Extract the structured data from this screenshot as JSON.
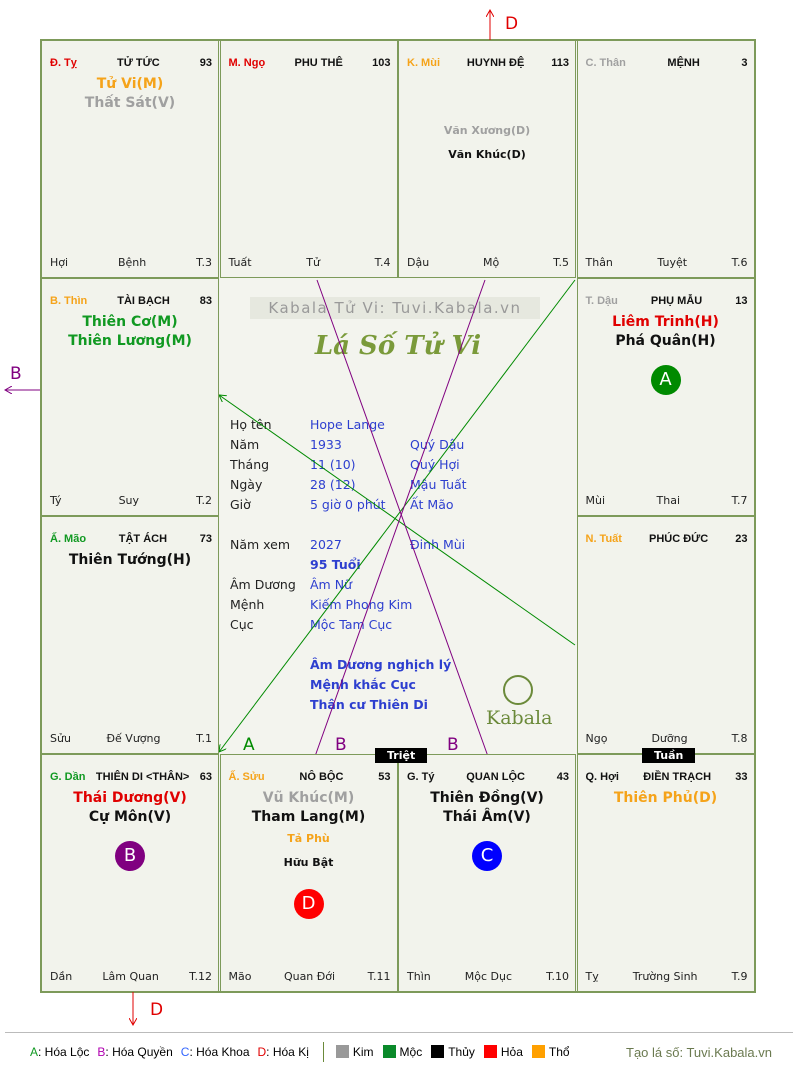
{
  "cells": [
    {
      "branch": "Đ. Tỵ",
      "branch_color": "#e00000",
      "palace": "TỬ TỨC",
      "num": "93",
      "stars": [
        {
          "t": "Tử Vi(M)",
          "c": "#f5a31a"
        },
        {
          "t": "Thất Sát(V)",
          "c": "#a0a0a0"
        }
      ],
      "minor": [],
      "badge": null,
      "footer": [
        "Hợi",
        "Bệnh",
        "T.3"
      ]
    },
    {
      "branch": "M. Ngọ",
      "branch_color": "#e00000",
      "palace": "PHU THÊ",
      "num": "103",
      "stars": [],
      "minor": [],
      "badge": null,
      "footer": [
        "Tuất",
        "Tử",
        "T.4"
      ]
    },
    {
      "branch": "K. Mùi",
      "branch_color": "#f5a31a",
      "palace": "HUYNH ĐỆ",
      "num": "113",
      "stars": [],
      "minor": [
        {
          "t": "Văn Xương(D)",
          "c": "#a0a0a0"
        },
        {
          "t": "Văn Khúc(D)",
          "c": "#111"
        }
      ],
      "badge": null,
      "footer": [
        "Dậu",
        "Mộ",
        "T.5"
      ]
    },
    {
      "branch": "C. Thân",
      "branch_color": "#a0a0a0",
      "palace": "MỆNH",
      "num": "3",
      "stars": [],
      "minor": [],
      "badge": null,
      "footer": [
        "Thân",
        "Tuyệt",
        "T.6"
      ]
    },
    {
      "branch": "B. Thìn",
      "branch_color": "#f5a31a",
      "palace": "TÀI BẠCH",
      "num": "83",
      "stars": [
        {
          "t": "Thiên Cơ(M)",
          "c": "#119922"
        },
        {
          "t": "Thiên Lương(M)",
          "c": "#119922"
        }
      ],
      "minor": [],
      "badge": null,
      "footer": [
        "Tý",
        "Suy",
        "T.2"
      ]
    },
    {
      "branch": "T. Dậu",
      "branch_color": "#a0a0a0",
      "palace": "PHỤ MẪU",
      "num": "13",
      "stars": [
        {
          "t": "Liêm Trinh(H)",
          "c": "#e00000"
        },
        {
          "t": "Phá Quân(H)",
          "c": "#111"
        }
      ],
      "minor": [],
      "badge": {
        "t": "A",
        "c": "#008a00"
      },
      "footer": [
        "Mùi",
        "Thai",
        "T.7"
      ]
    },
    {
      "branch": "Ấ. Mão",
      "branch_color": "#119922",
      "palace": "TẬT ÁCH",
      "num": "73",
      "stars": [
        {
          "t": "Thiên Tướng(H)",
          "c": "#111"
        }
      ],
      "minor": [],
      "badge": null,
      "footer": [
        "Sửu",
        "Đế Vượng",
        "T.1"
      ]
    },
    {
      "branch": "N. Tuất",
      "branch_color": "#f5a31a",
      "palace": "PHÚC ĐỨC",
      "num": "23",
      "stars": [],
      "minor": [],
      "badge": null,
      "footer": [
        "Ngọ",
        "Dưỡng",
        "T.8"
      ]
    },
    {
      "branch": "G. Dần",
      "branch_color": "#119922",
      "palace": "THIÊN DI <THÂN>",
      "num": "63",
      "stars": [
        {
          "t": "Thái Dương(V)",
          "c": "#e00000"
        },
        {
          "t": "Cự Môn(V)",
          "c": "#111"
        }
      ],
      "minor": [],
      "badge": {
        "t": "B",
        "c": "#800080"
      },
      "footer": [
        "Dần",
        "Lâm Quan",
        "T.12"
      ]
    },
    {
      "branch": "Ấ. Sửu",
      "branch_color": "#f5a31a",
      "palace": "NÔ BỘC",
      "num": "53",
      "stars": [
        {
          "t": "Vũ Khúc(M)",
          "c": "#a0a0a0"
        },
        {
          "t": "Tham Lang(M)",
          "c": "#111"
        }
      ],
      "minor": [
        {
          "t": "Tả Phù",
          "c": "#f5a31a"
        },
        {
          "t": "Hữu Bật",
          "c": "#111"
        }
      ],
      "badge": {
        "t": "D",
        "c": "#ff0000"
      },
      "footer": [
        "Mão",
        "Quan Đới",
        "T.11"
      ]
    },
    {
      "branch": "G. Tý",
      "branch_color": "#111",
      "palace": "QUAN LỘC",
      "num": "43",
      "stars": [
        {
          "t": "Thiên Đồng(V)",
          "c": "#111"
        },
        {
          "t": "Thái Âm(V)",
          "c": "#111"
        }
      ],
      "minor": [],
      "badge": {
        "t": "C",
        "c": "#0000ff"
      },
      "footer": [
        "Thìn",
        "Mộc Dục",
        "T.10"
      ]
    },
    {
      "branch": "Q. Hợi",
      "branch_color": "#111",
      "palace": "ĐIỀN TRẠCH",
      "num": "33",
      "stars": [
        {
          "t": "Thiên Phủ(D)",
          "c": "#f5a31a"
        }
      ],
      "minor": [],
      "badge": null,
      "footer": [
        "Tỵ",
        "Trường Sinh",
        "T.9"
      ]
    }
  ],
  "tags": {
    "triet": "Triệt",
    "tuan": "Tuần"
  },
  "center": {
    "site_title": "Kabala Tử Vi: Tuvi.Kabala.vn",
    "logo_text": "Lá Số Tử Vi",
    "brand": "Kabala",
    "rows": [
      {
        "k": "Họ tên",
        "v": "Hope Lange",
        "c": ""
      },
      {
        "k": "Năm",
        "v": "1933",
        "c": "Quý Dậu"
      },
      {
        "k": "Tháng",
        "v": "11  (10)",
        "c": "Quý Hợi"
      },
      {
        "k": "Ngày",
        "v": "28  (12)",
        "c": "Mậu Tuất"
      },
      {
        "k": "Giờ",
        "v": "5 giờ 0 phút",
        "c": "Ất Mão"
      },
      {
        "k": "Năm xem",
        "v": "2027",
        "c": "Đinh Mùi"
      },
      {
        "k": "",
        "v": "95 Tuổi",
        "c": ""
      },
      {
        "k": "Âm Dương",
        "v": "Âm Nữ",
        "c": ""
      },
      {
        "k": "Mệnh",
        "v": "Kiếm Phong Kim",
        "c": ""
      },
      {
        "k": "Cục",
        "v": "Mộc Tam Cục",
        "c": ""
      }
    ],
    "notes": [
      "Âm Dương nghịch lý",
      "Mệnh khắc Cục",
      "Thân cư Thiên Di"
    ]
  },
  "arrow_labels": {
    "a1": "A",
    "a2": "A",
    "b1": "B",
    "b2": "B",
    "b3": "B",
    "d1": "D",
    "d2": "D"
  },
  "legend": {
    "mutagens": [
      {
        "t": "A",
        "l": ": Hóa Lộc",
        "c": "#119922"
      },
      {
        "t": "B",
        "l": ": Hóa Quyền",
        "c": "#b000b0"
      },
      {
        "t": "C",
        "l": ": Hóa Khoa",
        "c": "#3366ff"
      },
      {
        "t": "D",
        "l": ": Hóa Kị",
        "c": "#e00000"
      }
    ],
    "elements": [
      {
        "l": "Kim",
        "c": "#999999"
      },
      {
        "l": "Mộc",
        "c": "#0a8a2a"
      },
      {
        "l": "Thủy",
        "c": "#000000"
      },
      {
        "l": "Hỏa",
        "c": "#ff0000"
      },
      {
        "l": "Thổ",
        "c": "#ffa000"
      }
    ],
    "credit": "Tạo lá số: Tuvi.Kabala.vn"
  }
}
